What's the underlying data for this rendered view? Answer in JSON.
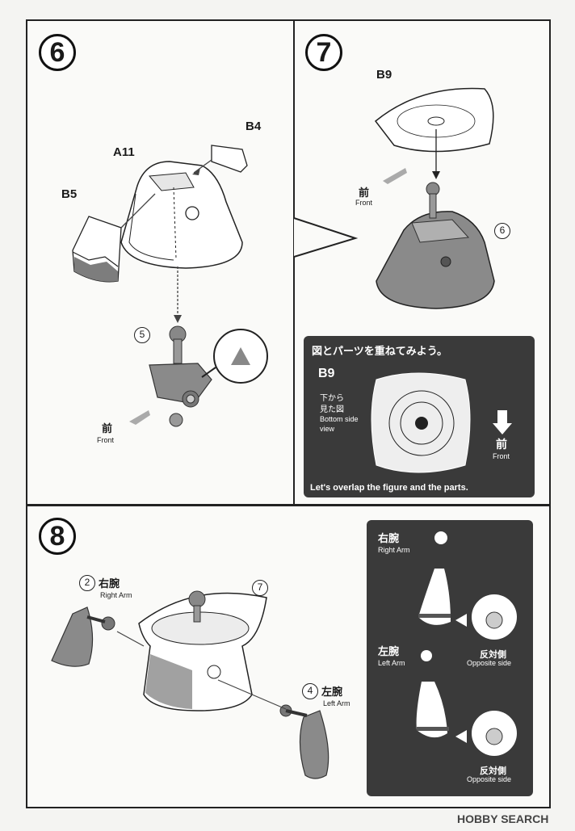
{
  "step6": {
    "number": "6",
    "labels": {
      "b4": "B4",
      "a11": "A11",
      "b5": "B5"
    },
    "part_ref": "5",
    "front_jp": "前",
    "front_en": "Front"
  },
  "step7": {
    "number": "7",
    "b9": "B9",
    "part_ref": "6",
    "front_jp": "前",
    "front_en": "Front",
    "overlay": {
      "title": "図とパーツを重ねてみよう。",
      "label": "B9",
      "bottom_jp_1": "下から",
      "bottom_jp_2": "見た図",
      "bottom_en_1": "Bottom side",
      "bottom_en_2": "view",
      "front_jp": "前",
      "front_en": "Front",
      "footer": "Let's overlap the figure and the parts."
    }
  },
  "step8": {
    "number": "8",
    "right_arm_ref": "2",
    "right_arm_jp": "右腕",
    "right_arm_en": "Right Arm",
    "body_ref": "7",
    "left_arm_ref": "4",
    "left_arm_jp": "左腕",
    "left_arm_en": "Left Arm",
    "side": {
      "right_jp": "右腕",
      "right_en": "Right Arm",
      "opposite_jp_1": "反対側",
      "opposite_en_1": "Opposite side",
      "left_jp": "左腕",
      "left_en": "Left Arm",
      "opposite_jp_2": "反対側",
      "opposite_en_2": "Opposite side"
    }
  },
  "watermark": "HOBBY SEARCH"
}
